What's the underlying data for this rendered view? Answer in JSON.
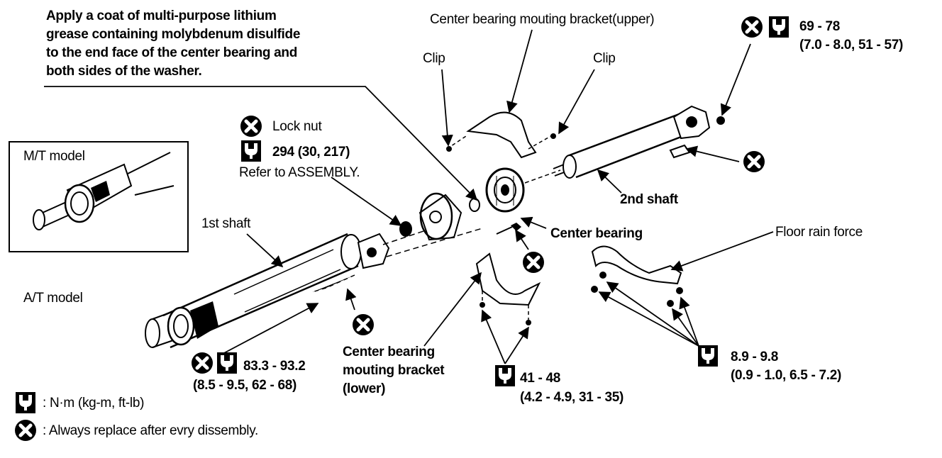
{
  "note_grease": [
    "Apply a coat of multi-purpose lithium",
    "grease containing molybdenum disulfide",
    "to the end face of the center bearing and",
    "both sides of the washer."
  ],
  "bracket_upper": "Center bearing mouting bracket(upper)",
  "clip_left": "Clip",
  "clip_right": "Clip",
  "torque_top_right": [
    "69 - 78",
    "(7.0 - 8.0, 51 - 57)"
  ],
  "lock_nut": "Lock nut",
  "lock_nut_torque": "294 (30, 217)",
  "refer_assembly": "Refer to ASSEMBLY.",
  "mt_model": "M/T model",
  "at_model": "A/T model",
  "first_shaft": "1st shaft",
  "second_shaft": "2nd shaft",
  "center_bearing": "Center bearing",
  "floor_rain_force": "Floor rain force",
  "torque_flange": [
    "83.3 - 93.2",
    "(8.5 - 9.5, 62 - 68)"
  ],
  "bracket_lower": [
    "Center bearing",
    "mouting bracket",
    "(lower)"
  ],
  "torque_bracket": [
    "41 - 48",
    "(4.2 - 4.9, 31 - 35)"
  ],
  "torque_floor": [
    "8.9 - 9.8",
    "(0.9 - 1.0, 6.5 - 7.2)"
  ],
  "legend_torque": ":  N·m (kg-m, ft-lb)",
  "legend_replace": ":  Always replace after evry dissembly.",
  "icons": {
    "torque": "torque-wrench-icon",
    "replace": "always-replace-icon"
  }
}
